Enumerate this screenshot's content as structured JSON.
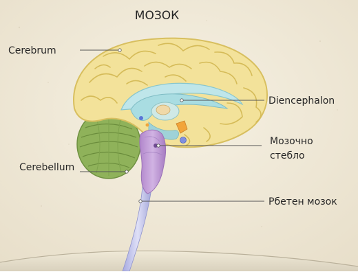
{
  "diagram": {
    "title": "МОЗОК",
    "labels": {
      "cerebrum": "Cerebrum",
      "diencephalon": "Diencephalon",
      "brainstem_line1": "Мозочно",
      "brainstem_line2": "стебло",
      "cerebellum": "Cerebellum",
      "spinal_cord": "Рбетен мозок"
    },
    "colors": {
      "background": "#f1ebdb",
      "cerebrum": "#f3e29a",
      "cerebrum_outline": "#d8bf5f",
      "diencephalon": "#a9dde2",
      "brainstem": "#c6a1d8",
      "cerebellum": "#90b35a",
      "spinal_cord": "#c9b8e5",
      "leader_line": "#555555",
      "label_text": "#262626"
    }
  }
}
